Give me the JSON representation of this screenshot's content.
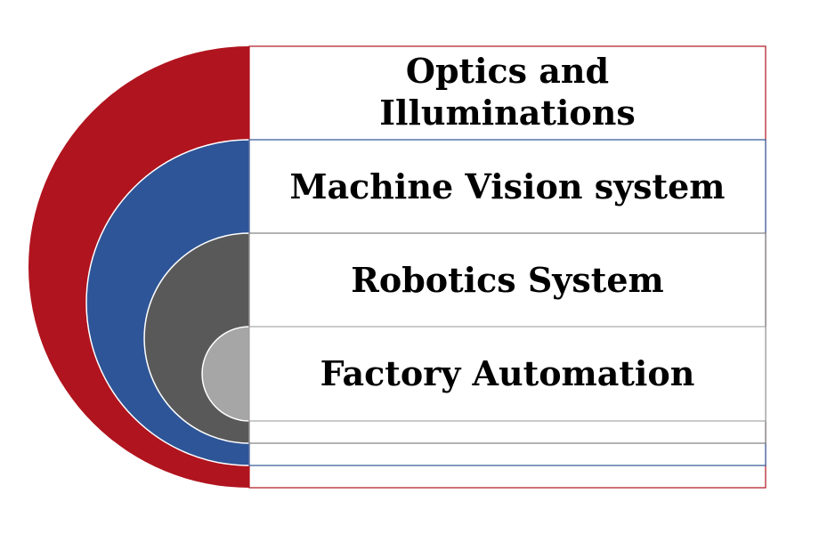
{
  "layers": [
    {
      "label": "Optics and Illuminations",
      "label_lines": [
        "Optics and",
        "Illuminations"
      ],
      "color": "#B0141E",
      "border": "#B0141E"
    },
    {
      "label": "Machine Vision system",
      "label_lines": [
        "Machine Vision system"
      ],
      "color": "#2E5597",
      "border": "#2E5597"
    },
    {
      "label": "Robotics System",
      "label_lines": [
        "Robotics System"
      ],
      "color": "#595959",
      "border": "#7F7F7F"
    },
    {
      "label": "Factory Automation",
      "label_lines": [
        "Factory Automation"
      ],
      "color": "#A6A6A6",
      "border": "#A6A6A6"
    }
  ]
}
